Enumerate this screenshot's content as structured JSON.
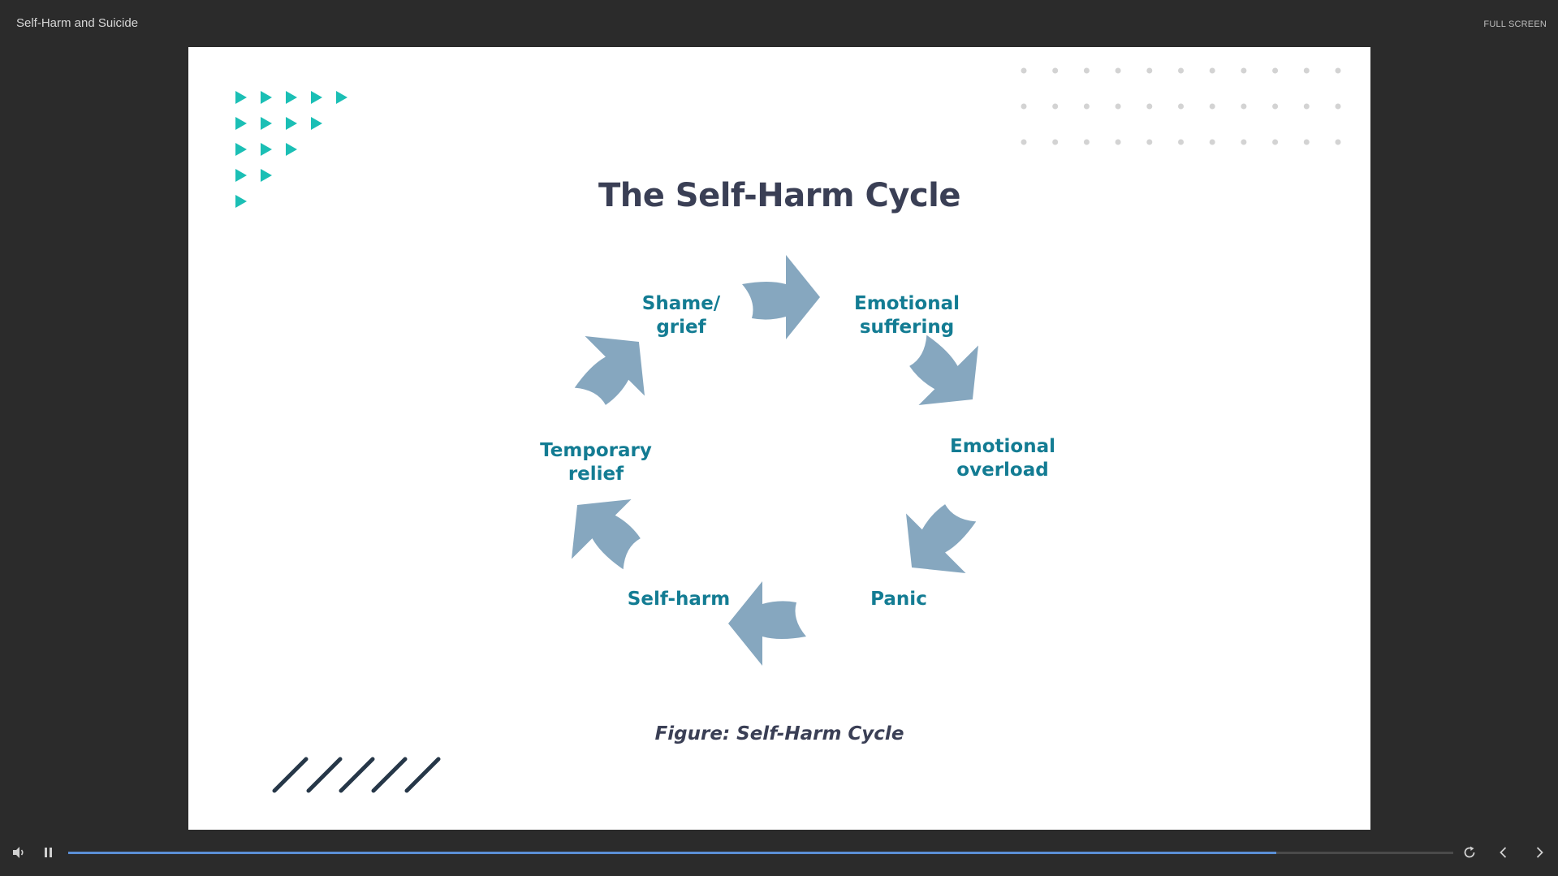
{
  "header": {
    "course_title": "Self-Harm and Suicide",
    "fullscreen_label": "FULL SCREEN"
  },
  "slide": {
    "title": "The Self-Harm Cycle",
    "cycle_labels": {
      "shame_grief": "Shame/\ngrief",
      "emotional_suffering": "Emotional\nsuffering",
      "emotional_overload": "Emotional\noverload",
      "panic": "Panic",
      "self_harm": "Self-harm",
      "temporary_relief": "Temporary\nrelief"
    },
    "caption": "Figure: Self-Harm Cycle",
    "colors": {
      "arrow": "#86a7bf",
      "label": "#137c93",
      "title": "#3a3f55",
      "triangle_accent": "#1bbfb5",
      "slash_accent": "#263748",
      "dots": "#d3d3d3"
    }
  },
  "player": {
    "progress_fraction": 0.872,
    "icons": {
      "volume": "speaker-icon",
      "pause": "pause-icon",
      "replay": "replay-icon",
      "previous": "chevron-left-icon",
      "next": "chevron-right-icon"
    },
    "accent_color": "#5b8fd6"
  }
}
